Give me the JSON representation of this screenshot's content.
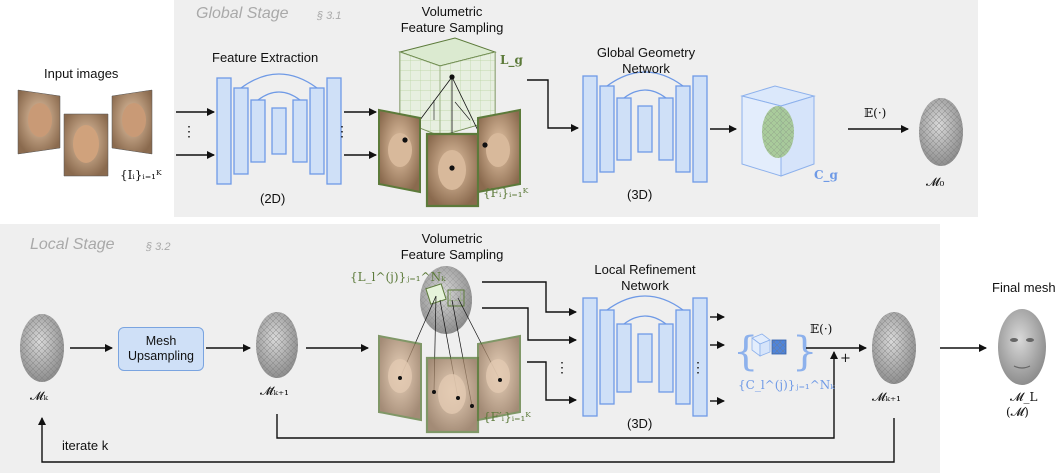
{
  "global_stage": {
    "title": "Global Stage",
    "section": "§ 3.1",
    "input_images_label": "Input images",
    "input_images_math": "{Iᵢ}ᵢ₌₁ᴷ",
    "feature_extraction_label": "Feature Extraction",
    "feature_extraction_dim": "(2D)",
    "volumetric_label_1": "Volumetric",
    "volumetric_label_2": "Feature Sampling",
    "volume_math": "L_g",
    "features_math": "{Fᵢ}ᵢ₌₁ᴷ",
    "network_label_1": "Global Geometry",
    "network_label_2": "Network",
    "network_dim": "(3D)",
    "cost_math": "C_g",
    "expectation": "𝔼(·)",
    "mesh_math": "𝓜₀"
  },
  "local_stage": {
    "title": "Local Stage",
    "section": "§ 3.2",
    "mesh_k": "𝓜ₖ",
    "upsampling_label_1": "Mesh",
    "upsampling_label_2": "Upsampling",
    "mesh_tilde": "𝓜̃ₖ₊₁",
    "volumetric_label_1": "Volumetric",
    "volumetric_label_2": "Feature Sampling",
    "volume_math": "{L_l^(j)}ⱼ₌₁^Nₖ",
    "features_math": "{F′ᵢ}ᵢ₌₁ᴷ",
    "network_label_1": "Local Refinement",
    "network_label_2": "Network",
    "network_dim": "(3D)",
    "cost_math": "{C_l^(j)}ⱼ₌₁^Nₖ",
    "expectation": "𝔼(·)",
    "plus": "+",
    "mesh_next": "𝓜ₖ₊₁",
    "iterate_label": "iterate k"
  },
  "final": {
    "label": "Final mesh",
    "math_1": "𝓜_L",
    "math_2": "(𝓜)"
  },
  "colors": {
    "stage_bg": "#efefef",
    "unet_fill": "#cfe0f7",
    "unet_stroke": "#6f9ae6",
    "volume_green": "#5c7a3a",
    "cost_blue": "#6f9ae6"
  }
}
